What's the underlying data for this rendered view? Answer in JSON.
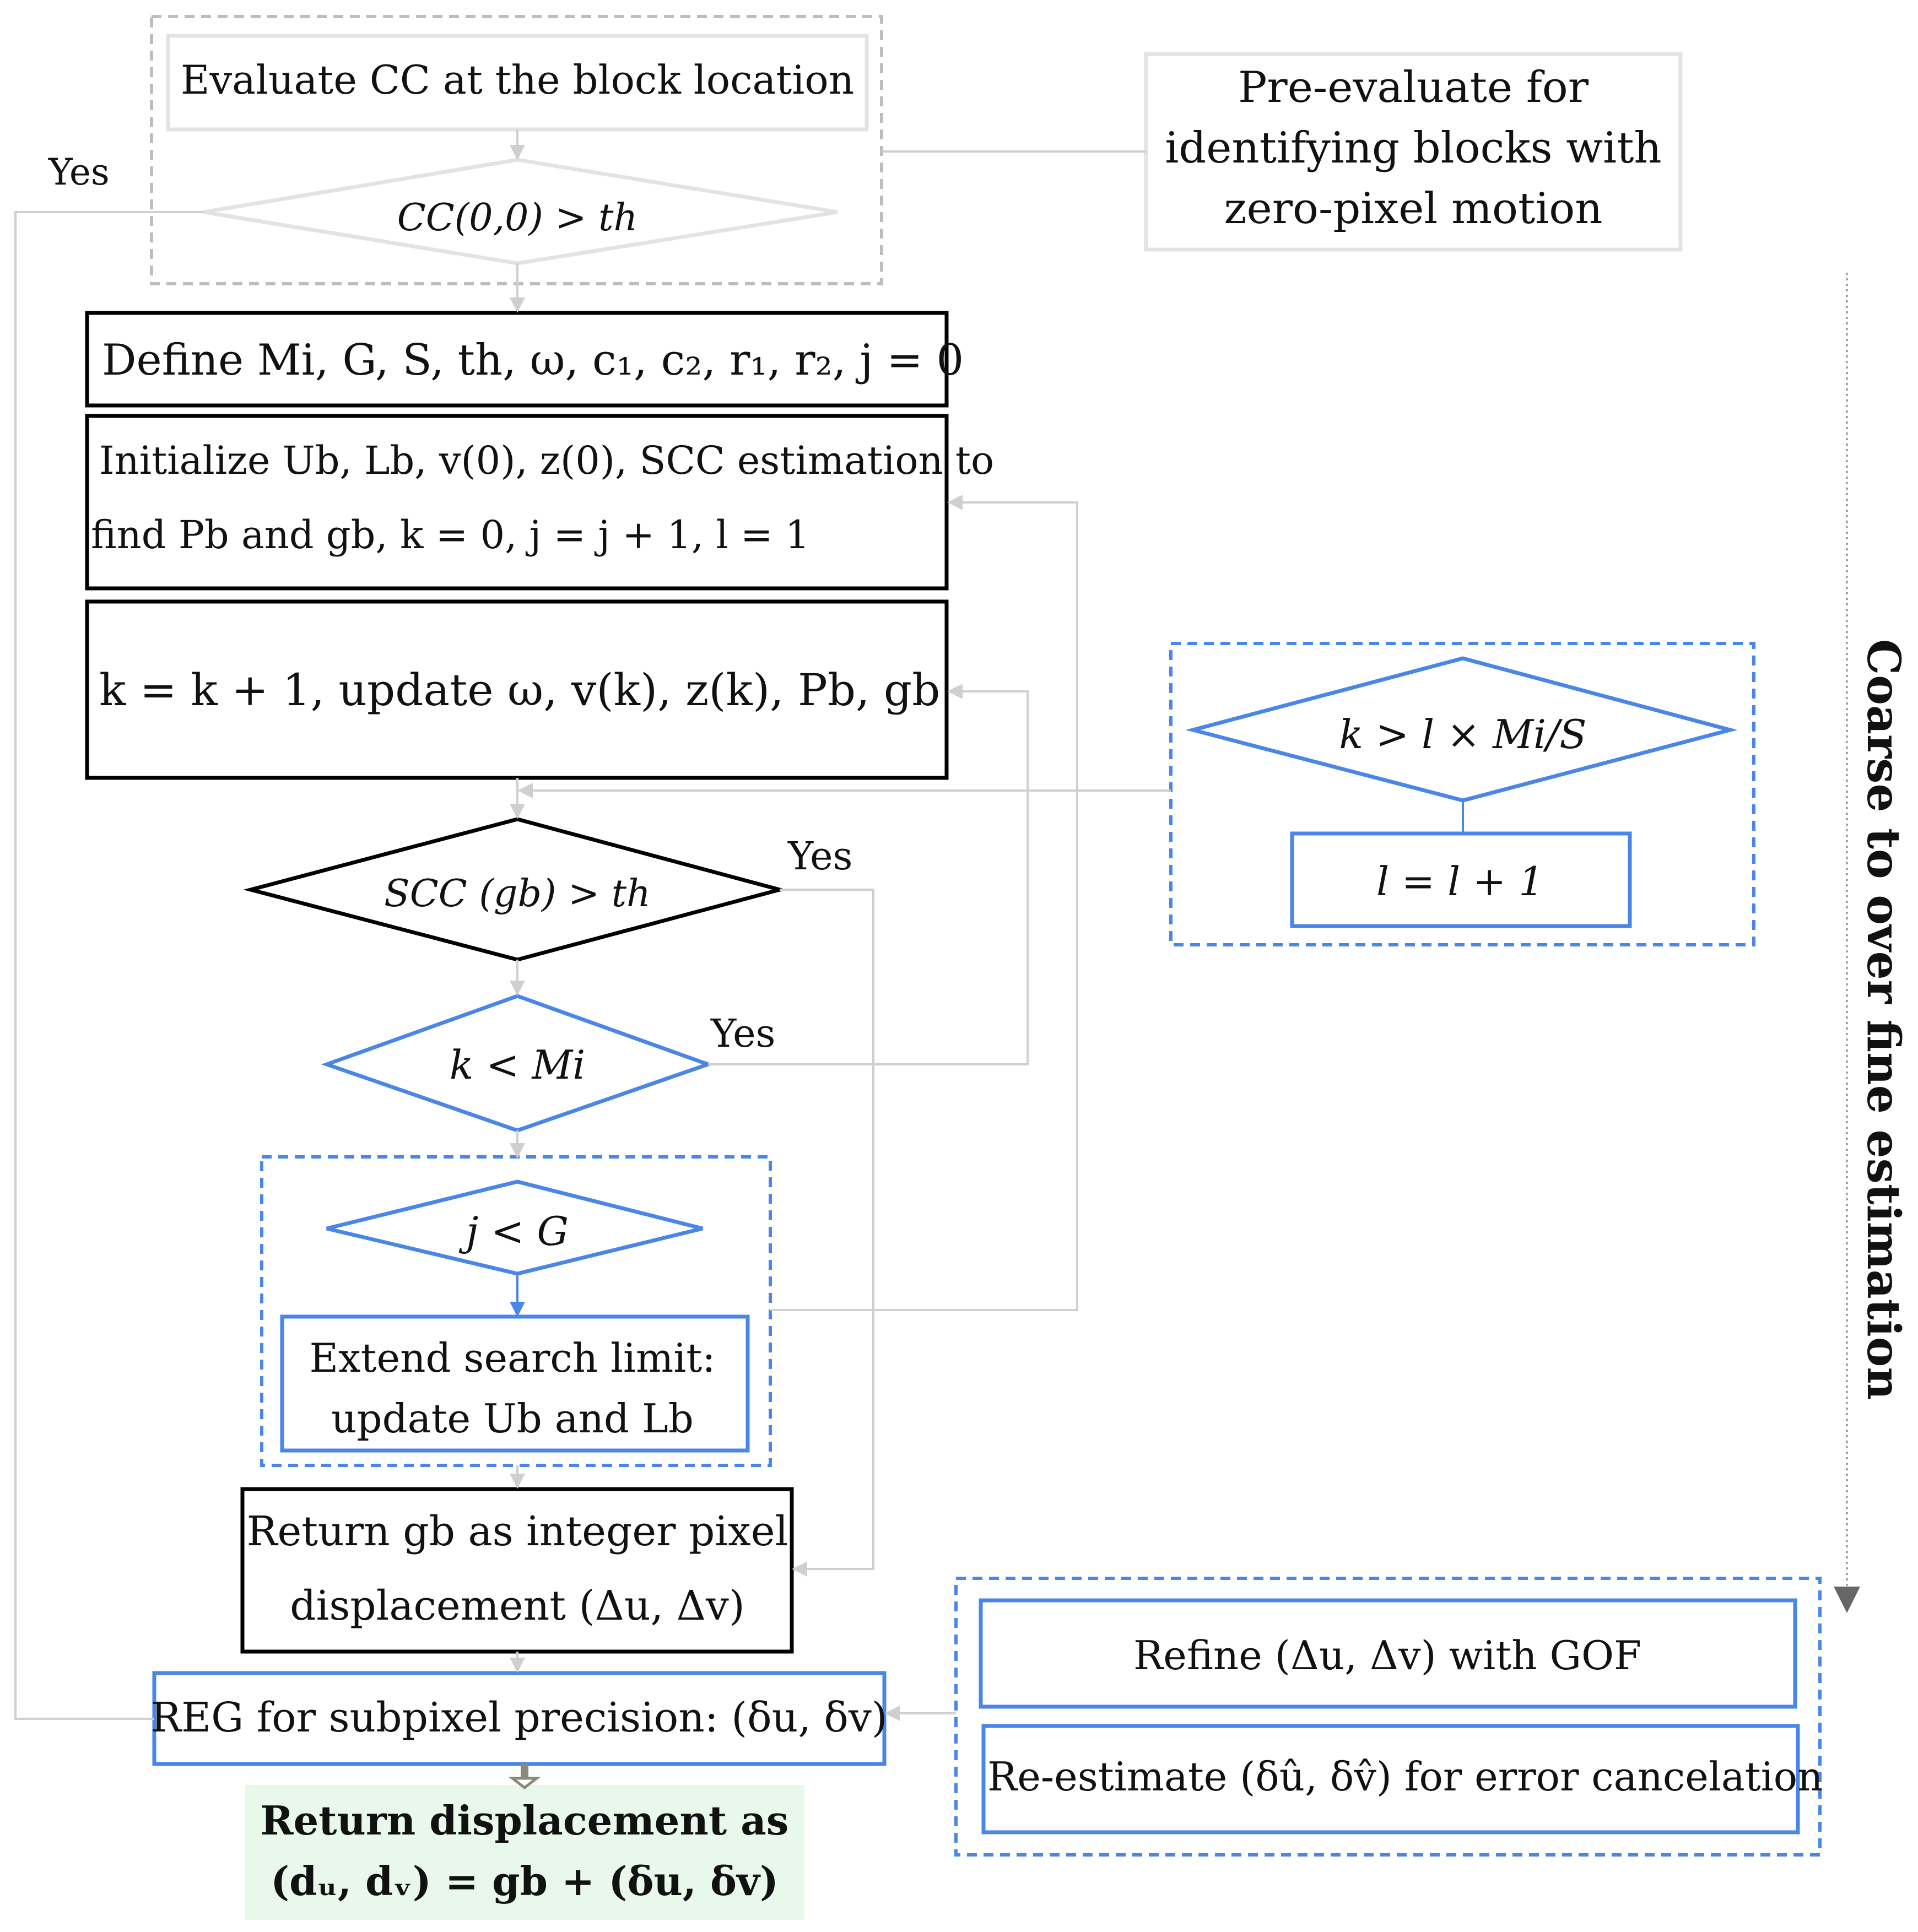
{
  "preeval": {
    "evaluate_label": "Evaluate  CC  at the block location",
    "condition": "CC(0,0) > th",
    "yes_label": "Yes",
    "note_line1": "Pre-evaluate for",
    "note_line2": "identifying blocks with",
    "note_line3": "zero-pixel motion"
  },
  "define_box": {
    "text": "Define Mi, G, S, th, ω, c₁, c₂, r₁, r₂, j = 0"
  },
  "initialize_box": {
    "line1": "Initialize Ub, Lb, v(0), z(0), SCC estimation to",
    "line2": "find Pb and gb, k = 0, j = j + 1, l = 1"
  },
  "update_box": {
    "text": "k  =  k  + 1, update ω, v(k), z(k), Pb, gb"
  },
  "scc_decision": {
    "text": "SCC (gb)  >   th",
    "yes_label": "Yes"
  },
  "k_decision": {
    "text": "k  <  Mi",
    "yes_label": "Yes"
  },
  "j_decision": {
    "text": "j  <  G"
  },
  "extend_box": {
    "line1": "Extend search limit:",
    "line2": "update  Ub  and  Lb"
  },
  "return_box": {
    "line1": "Return  gb  as integer pixel",
    "line2": "displacement  (Δu, Δv)"
  },
  "reg_box": {
    "text": "REG for subpixel precision:  (δu, δv)"
  },
  "final_box": {
    "line1": "Return displacement as",
    "line2": "(dᵤ, dᵥ)  =  gb + (δu, δv)"
  },
  "l_loop": {
    "condition": "k > l × Mi/S",
    "update": "l  =  l  + 1"
  },
  "refine_group": {
    "refine": "Refine  (Δu, Δv)  with GOF",
    "reestimate": "Re-estimate  (δû, δv̂)  for error cancelation"
  },
  "side_label": "Coarse  to  over fine  estimation",
  "colors": {
    "blue": "#4a86e8",
    "black": "#000000",
    "gray": "#cfcfcf",
    "final_fill": "#e8f8ea"
  }
}
